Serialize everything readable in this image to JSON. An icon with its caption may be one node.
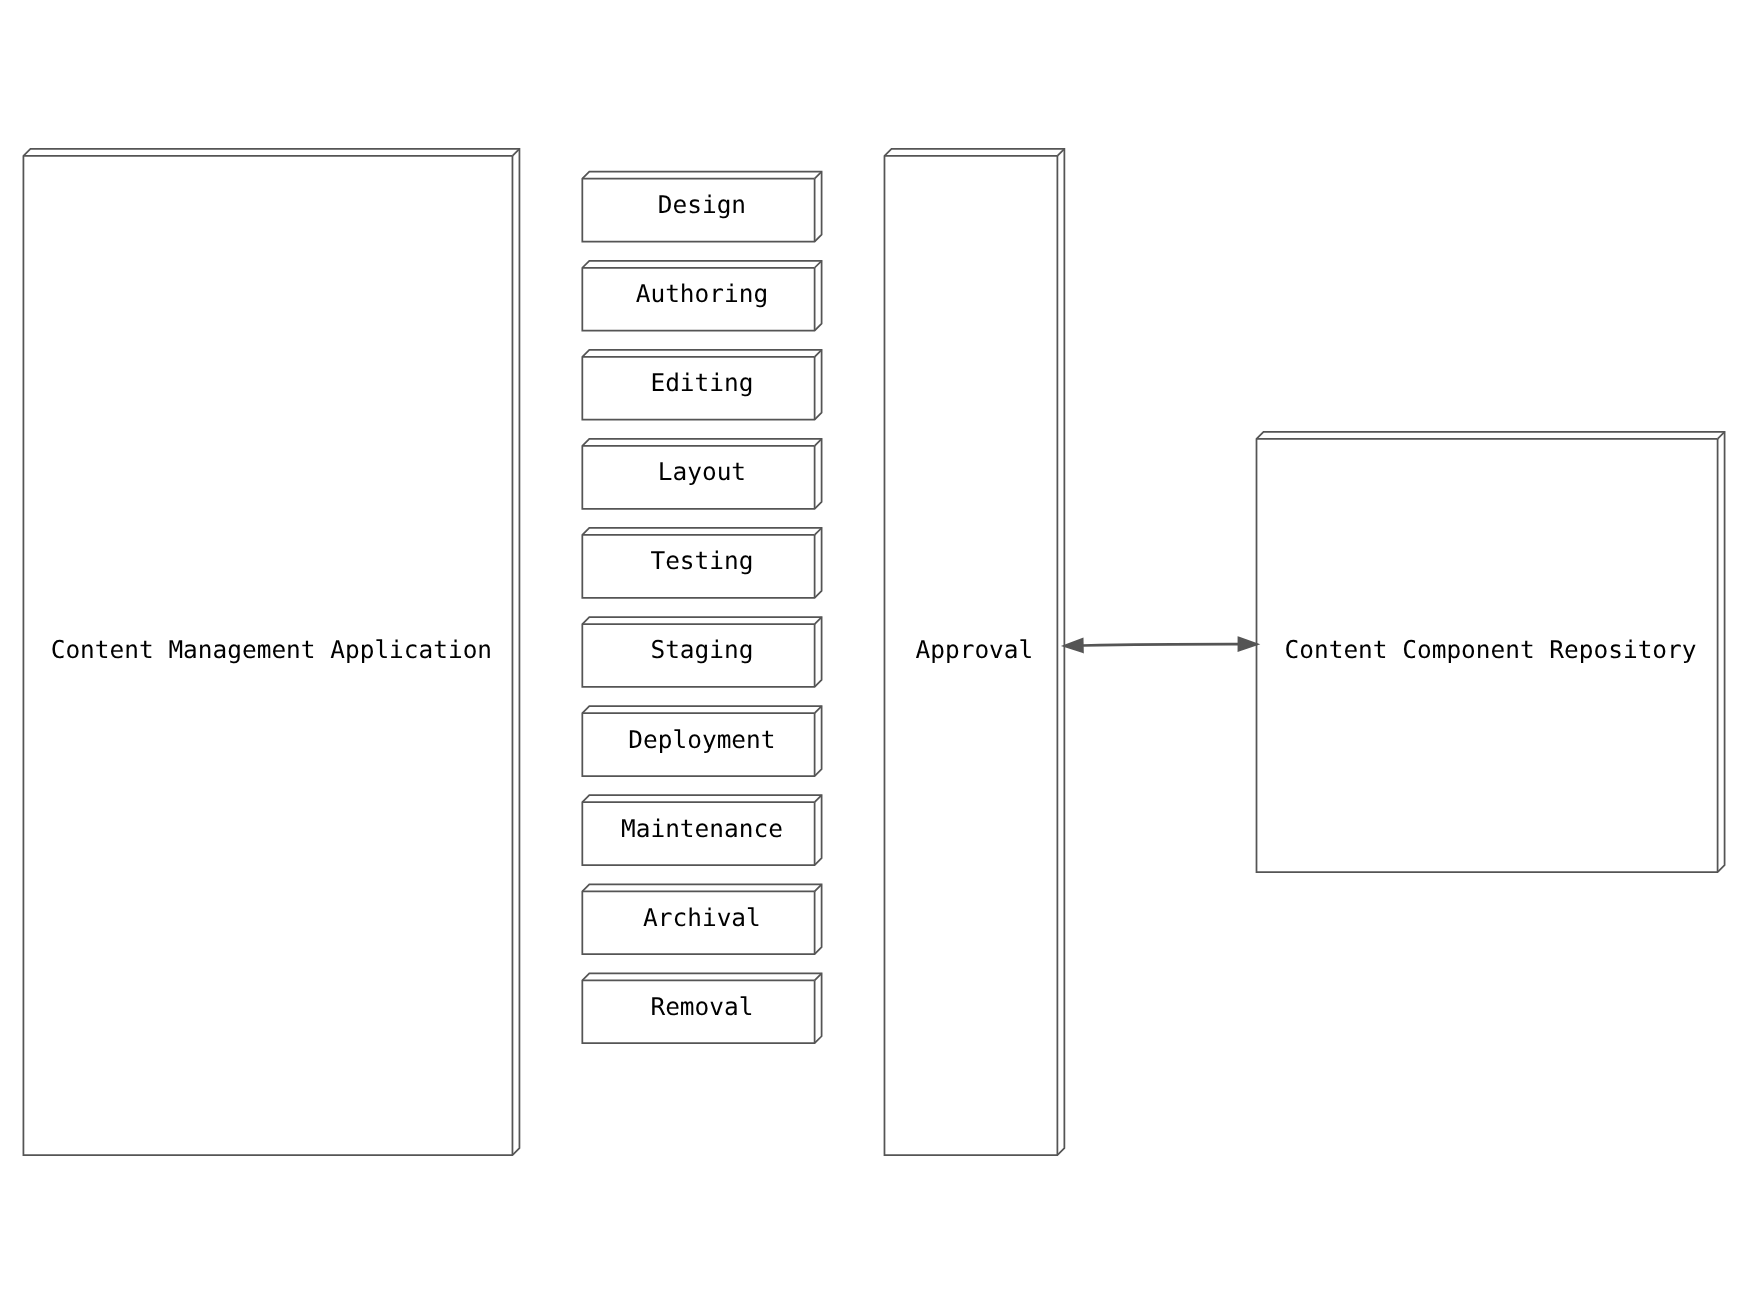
{
  "diagram": {
    "nodes": [
      {
        "text": [
          "Content Management Application"
        ]
      },
      {
        "text": [
          "Design"
        ]
      },
      {
        "text": [
          "Authoring"
        ]
      },
      {
        "text": [
          "Editing"
        ]
      },
      {
        "text": [
          "Layout"
        ]
      },
      {
        "text": [
          "Testing"
        ]
      },
      {
        "text": [
          "Staging"
        ]
      },
      {
        "text": [
          "Deployment"
        ]
      },
      {
        "text": [
          "Maintenance"
        ]
      },
      {
        "text": [
          "Archival"
        ]
      },
      {
        "text": [
          "Removal"
        ]
      },
      {
        "text": [
          "Approval"
        ]
      },
      {
        "text": [
          "Content Component Repository"
        ]
      }
    ],
    "edges": [
      {
        "from": 11,
        "to": 12,
        "arrow": "both"
      }
    ]
  }
}
